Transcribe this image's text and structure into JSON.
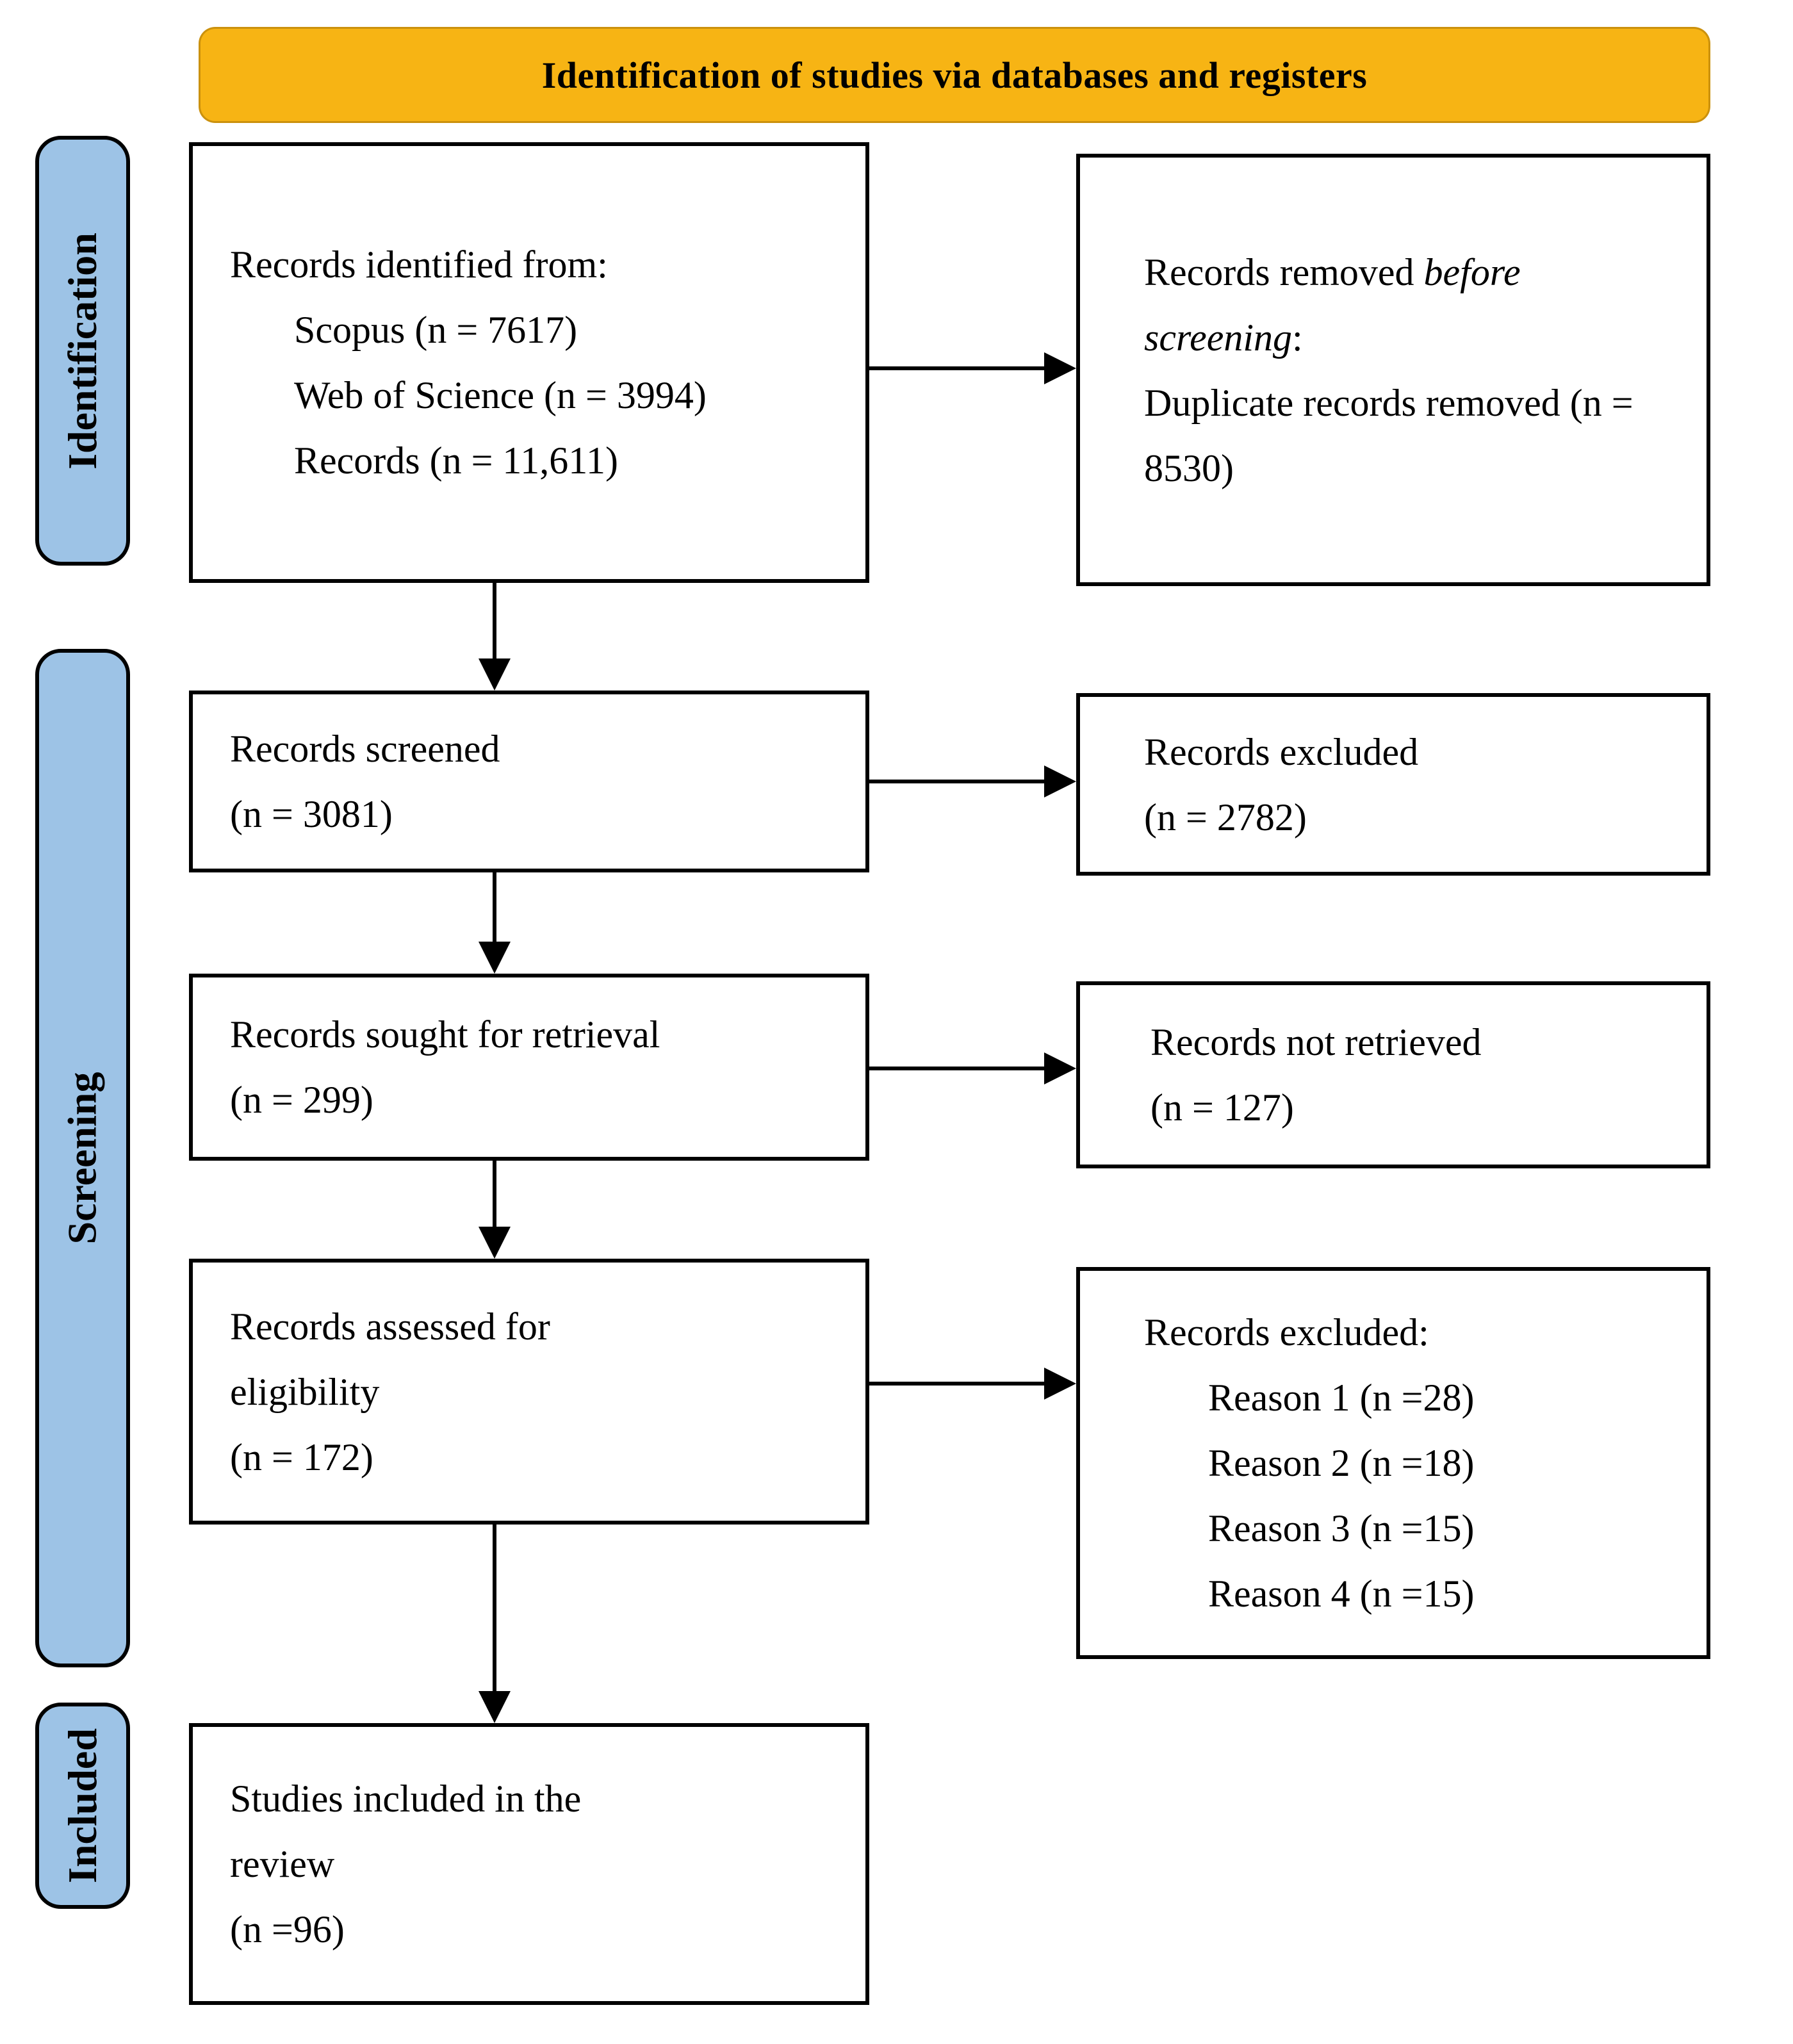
{
  "banner": {
    "title": "Identification of studies via databases and registers"
  },
  "colors": {
    "banner_bg": "#F7B414",
    "stage_bg": "#9DC3E6",
    "box_border": "#000000",
    "line_color": "#000000"
  },
  "stages": [
    {
      "label": "Identification"
    },
    {
      "label": "Screening"
    },
    {
      "label": "Included"
    }
  ],
  "boxes": {
    "records_identified": {
      "lines": [
        "Records identified from:",
        "Scopus (n = 7617)",
        "Web of Science (n = 3994)",
        "Records (n = 11,611)"
      ]
    },
    "records_removed": {
      "prefix": "Records removed ",
      "italic": "before screening",
      "suffix": ":",
      "line2": "Duplicate records removed (n = 8530)"
    },
    "records_screened": {
      "lines": [
        "Records screened",
        "(n = 3081)"
      ]
    },
    "records_excluded": {
      "lines": [
        "Records excluded",
        "(n = 2782)"
      ]
    },
    "records_sought": {
      "lines": [
        "Records sought for retrieval",
        "(n = 299)"
      ]
    },
    "records_not_retrieved": {
      "lines": [
        "Records not retrieved",
        "(n = 127)"
      ]
    },
    "records_assessed": {
      "lines": [
        "Records assessed for",
        "eligibility",
        "(n = 172)"
      ]
    },
    "records_excluded_reasons": {
      "lines": [
        "Records excluded:",
        "Reason 1 (n =28)",
        "Reason 2 (n =18)",
        "Reason 3 (n =15)",
        "Reason 4 (n =15)"
      ]
    },
    "studies_included": {
      "lines": [
        "Studies included in the",
        "review",
        "(n =96)"
      ]
    }
  }
}
